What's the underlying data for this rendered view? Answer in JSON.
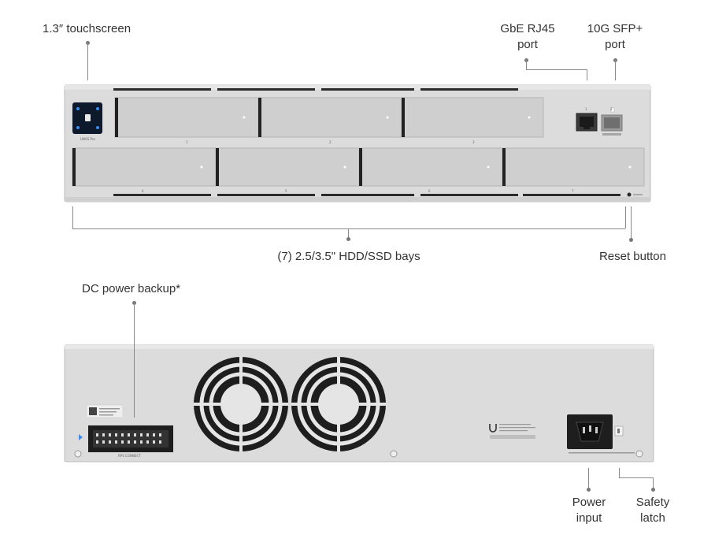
{
  "labels": {
    "touchscreen": "1.3″ touchscreen",
    "gbe_line1": "GbE RJ45",
    "gbe_line2": "port",
    "sfp_line1": "10G SFP+",
    "sfp_line2": "port",
    "bays": "(7) 2.5/3.5\" HDD/SSD bays",
    "reset": "Reset button",
    "dc_power": "DC power backup*",
    "power_line1": "Power",
    "power_line2": "input",
    "latch_line1": "Safety",
    "latch_line2": "latch"
  },
  "device": {
    "screen_text": "UNAS Pro",
    "bay_numbers": [
      "1",
      "2",
      "3",
      "4",
      "5",
      "6",
      "7"
    ],
    "port_numbers": [
      "1",
      "2"
    ],
    "connector_text": "RPS CONNECT"
  },
  "colors": {
    "chassis": "#d9d9d9",
    "chassis_edge": "#bdbdbd",
    "bay_face": "#cfcfcf",
    "bay_shadow": "#222222",
    "screen": "#0d1a2b",
    "accent_blue": "#3a8df0"
  }
}
